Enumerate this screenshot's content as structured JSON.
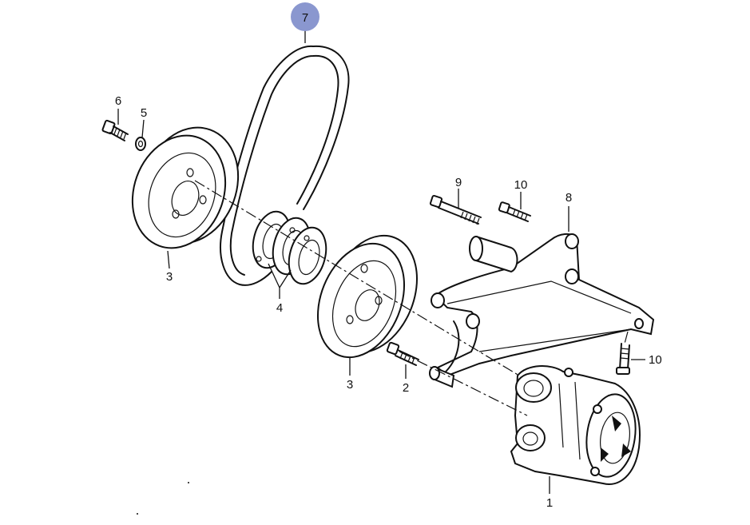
{
  "highlight_color": "#8a97cf",
  "highlighted_label": "7",
  "labels": {
    "l1": "1",
    "l2": "2",
    "l3a": "3",
    "l3b": "3",
    "l4": "4",
    "l5": "5",
    "l6": "6",
    "l7": "7",
    "l8": "8",
    "l9": "9",
    "l10a": "10",
    "l10b": "10"
  }
}
